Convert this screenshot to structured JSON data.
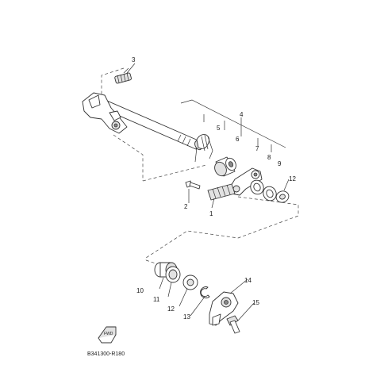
{
  "diagram": {
    "code": "B341300-R180",
    "callouts": {
      "c1": "1",
      "c2": "2",
      "c3": "3",
      "c4": "4",
      "c5": "5",
      "c6": "6",
      "c7": "7",
      "c8": "8",
      "c9": "9",
      "c10": "10",
      "c11": "11",
      "c12a": "12",
      "c12b": "12",
      "c13": "13",
      "c14": "14",
      "c15": "15"
    },
    "fwd_label": "FWD"
  }
}
